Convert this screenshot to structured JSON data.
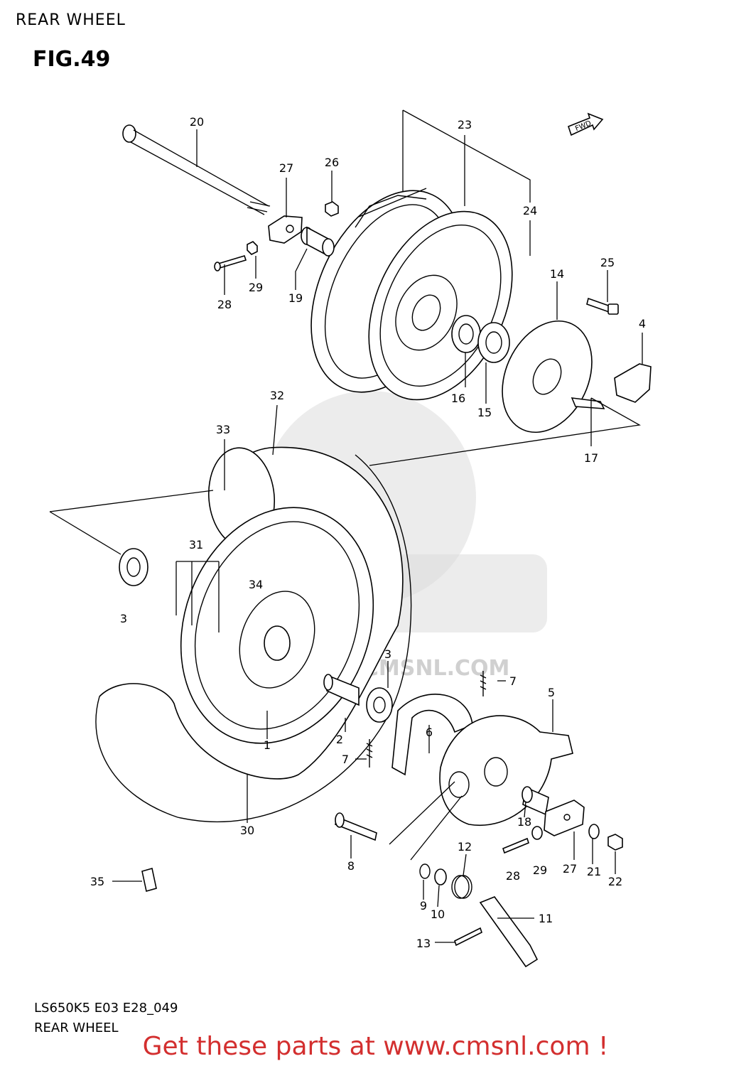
{
  "page": {
    "title": "REAR WHEEL",
    "figure": "FIG.49",
    "footer_code": "LS650K5 E03 E28_049",
    "footer_name": "REAR WHEEL",
    "banner": "Get these parts at www.cmsnl.com !",
    "watermark": "WWW.CMSNL.COM",
    "fwd_label": "FWD"
  },
  "callouts": [
    "20",
    "23",
    "27",
    "26",
    "24",
    "28",
    "29",
    "19",
    "25",
    "14",
    "4",
    "32",
    "16",
    "15",
    "33",
    "17",
    "31",
    "34",
    "3",
    "3",
    "7",
    "5",
    "6",
    "2",
    "1",
    "7",
    "30",
    "18",
    "8",
    "12",
    "28",
    "29",
    "27",
    "21",
    "22",
    "35",
    "9",
    "10",
    "11",
    "13"
  ]
}
